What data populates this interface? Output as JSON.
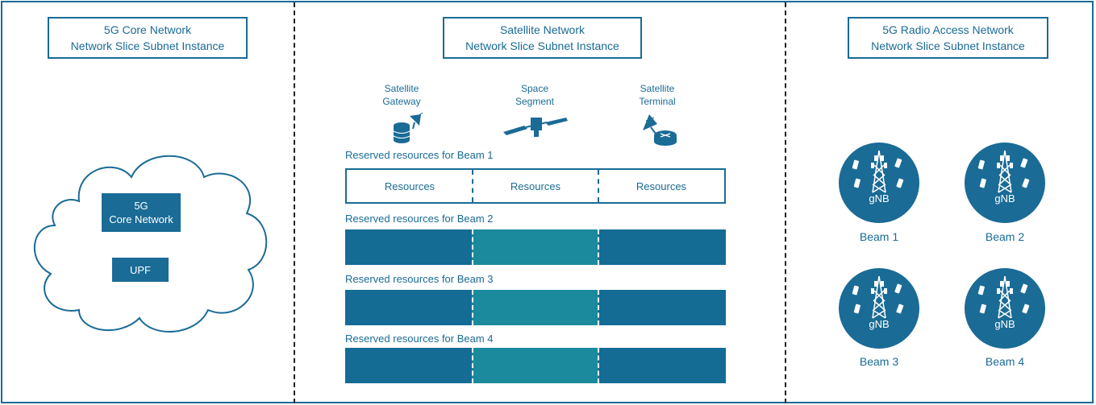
{
  "colors": {
    "primary": "#1a6b96",
    "teal": "#1a8a9c",
    "divider": "#222222"
  },
  "core": {
    "title_line1": "5G Core Network",
    "title_line2": "Network Slice Subnet Instance",
    "cloud_box_line1": "5G",
    "cloud_box_line2": "Core Network",
    "upf": "UPF"
  },
  "satellite": {
    "title_line1": "Satellite Network",
    "title_line2": "Network Slice Subnet Instance",
    "segments": [
      {
        "line1": "Satellite",
        "line2": "Gateway",
        "icon": "gateway-icon"
      },
      {
        "line1": "Space",
        "line2": "Segment",
        "icon": "satellite-icon"
      },
      {
        "line1": "Satellite",
        "line2": "Terminal",
        "icon": "terminal-icon"
      }
    ],
    "beams": [
      {
        "label": "Reserved resources for Beam 1",
        "cells": [
          "Resources",
          "Resources",
          "Resources"
        ]
      },
      {
        "label": "Reserved resources for Beam 2"
      },
      {
        "label": "Reserved resources for Beam 3"
      },
      {
        "label": "Reserved resources for Beam 4"
      }
    ]
  },
  "ran": {
    "title_line1": "5G Radio Access Network",
    "title_line2": "Network Slice Subnet Instance",
    "gnb_label": "gNB",
    "beams": [
      "Beam 1",
      "Beam 2",
      "Beam 3",
      "Beam 4"
    ]
  }
}
